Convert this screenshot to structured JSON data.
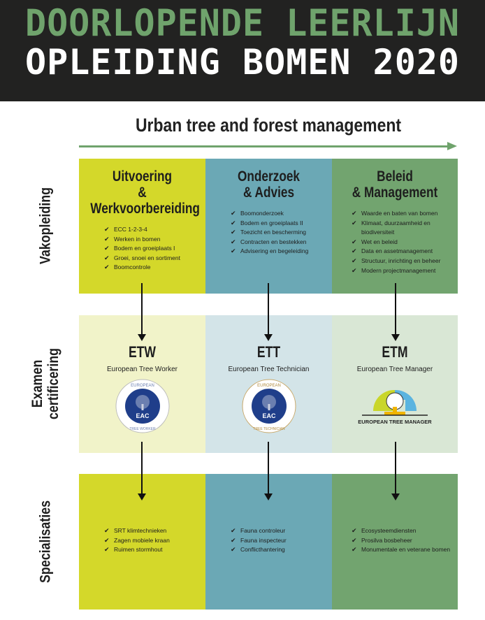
{
  "header": {
    "title_line1": "DOORLOPENDE LEERLIJN",
    "title_line2": "OPLEIDING BOMEN 2020"
  },
  "subtitle": "Urban tree and forest management",
  "row_labels": [
    "Vakopleiding",
    "Examen certificering",
    "Specialisaties"
  ],
  "columns": [
    {
      "title1": "Uitvoering",
      "title2": "& Werkvoorbereiding",
      "items": [
        "ECC 1-2-3-4",
        "Werken in bomen",
        "Bodem en groeiplaats I",
        "Groei, snoei en sortiment",
        "Boomcontrole"
      ],
      "cert_code": "ETW",
      "cert_name": "European Tree Worker",
      "logo_text": "EAC",
      "logo_ring_top": "EUROPEAN",
      "logo_ring_bottom": "TREE WORKER",
      "specializations": [
        "SRT klimtechnieken",
        "Zagen mobiele kraan",
        "Ruimen stormhout"
      ]
    },
    {
      "title1": "Onderzoek",
      "title2": "& Advies",
      "items": [
        "Boomonderzoek",
        "Bodem en groeiplaats II",
        "Toezicht en bescherming",
        "Contracten en bestekken",
        "Advisering en begeleiding"
      ],
      "cert_code": "ETT",
      "cert_name": "European Tree Technician",
      "logo_text": "EAC",
      "logo_ring_top": "EUROPEAN",
      "logo_ring_bottom": "TREE TECHNICIAN",
      "specializations": [
        "Fauna controleur",
        "Fauna inspecteur",
        "Conflicthantering"
      ]
    },
    {
      "title1": "Beleid",
      "title2": "& Management",
      "items": [
        "Waarde en baten van bomen",
        "Klimaat, duurzaamheid en biodiversiteit",
        "Wet en beleid",
        "Data en assetmanagement",
        "Structuur, inrichting en beheer",
        "Modern projectmanagement"
      ],
      "cert_code": "ETM",
      "cert_name": "European Tree Manager",
      "logo_text": "EUROPEAN TREE MANAGER",
      "specializations": [
        "Ecosysteemdiensten",
        "Prosilva bosbeheer",
        "Monumentale en veterane bomen"
      ]
    }
  ],
  "colors": {
    "header_bg": "#222221",
    "title_green": "#6fa36c",
    "yellow": "#d4d82a",
    "teal": "#6ba8b5",
    "green": "#72a46f"
  }
}
